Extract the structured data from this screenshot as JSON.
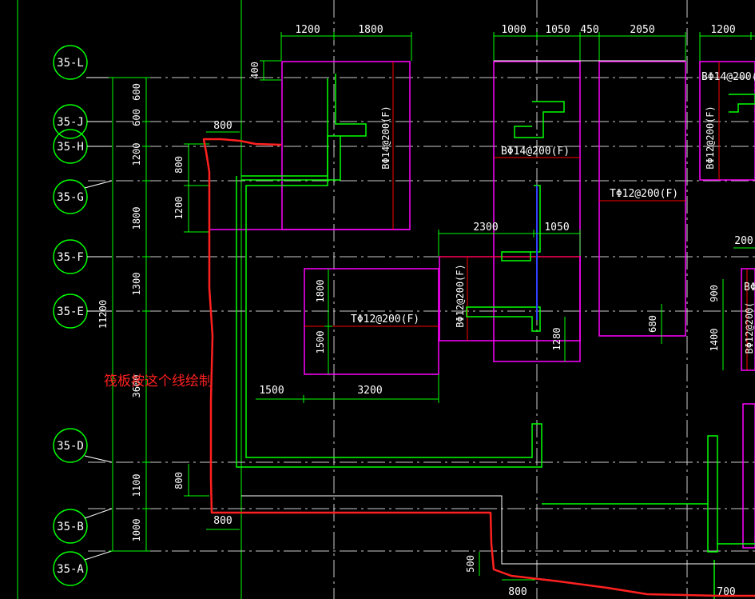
{
  "axes": [
    "35-L",
    "35-J",
    "35-H",
    "35-G",
    "35-F",
    "35-E",
    "35-D",
    "35-B",
    "35-A"
  ],
  "left_spacings": [
    "600",
    "600",
    "1200",
    "1800",
    "1300",
    "3600",
    "1100",
    "1000"
  ],
  "overall_dim": "11200",
  "top_dims": [
    "1200",
    "1800",
    "1000",
    "1050",
    "450",
    "2050",
    "1200"
  ],
  "inner_dims": {
    "d400": "400",
    "d800_a": "800",
    "d800_b": "800",
    "d1200": "1200",
    "d2300": "2300",
    "d1050": "1050",
    "d1800": "1800",
    "d1500_v": "1500",
    "d1500_h": "1500",
    "d3200": "3200",
    "d1280": "1280",
    "d680": "680",
    "d900": "900",
    "d1400": "1400",
    "d200": "200",
    "d800_c": "800",
    "d800_d": "800",
    "d500": "500",
    "d800_e": "800",
    "d700": "700"
  },
  "rebar": {
    "b14_top": "BΦ14@200(",
    "b14_mid": "BΦ14@200(F)",
    "b14_vert": "BΦ14@200(F)",
    "b12_right": "BΦ12@200(F)",
    "t12_right": "TΦ12@200(F)",
    "t12_center": "TΦ12@200(F)",
    "b12_center": "BΦ12@200(F)",
    "b12_far": "BΦ12@200(",
    "b_far_top": "BΦ"
  },
  "annotation": "筏板按这个线绘制",
  "colors": {
    "background": "#000000",
    "dim_line": "#00ff00",
    "slab": "#ff00ff",
    "rebar_line": "#ff0000",
    "markup": "#ff2020",
    "wall": "#00ff00",
    "axis_line": "#ffffff"
  }
}
